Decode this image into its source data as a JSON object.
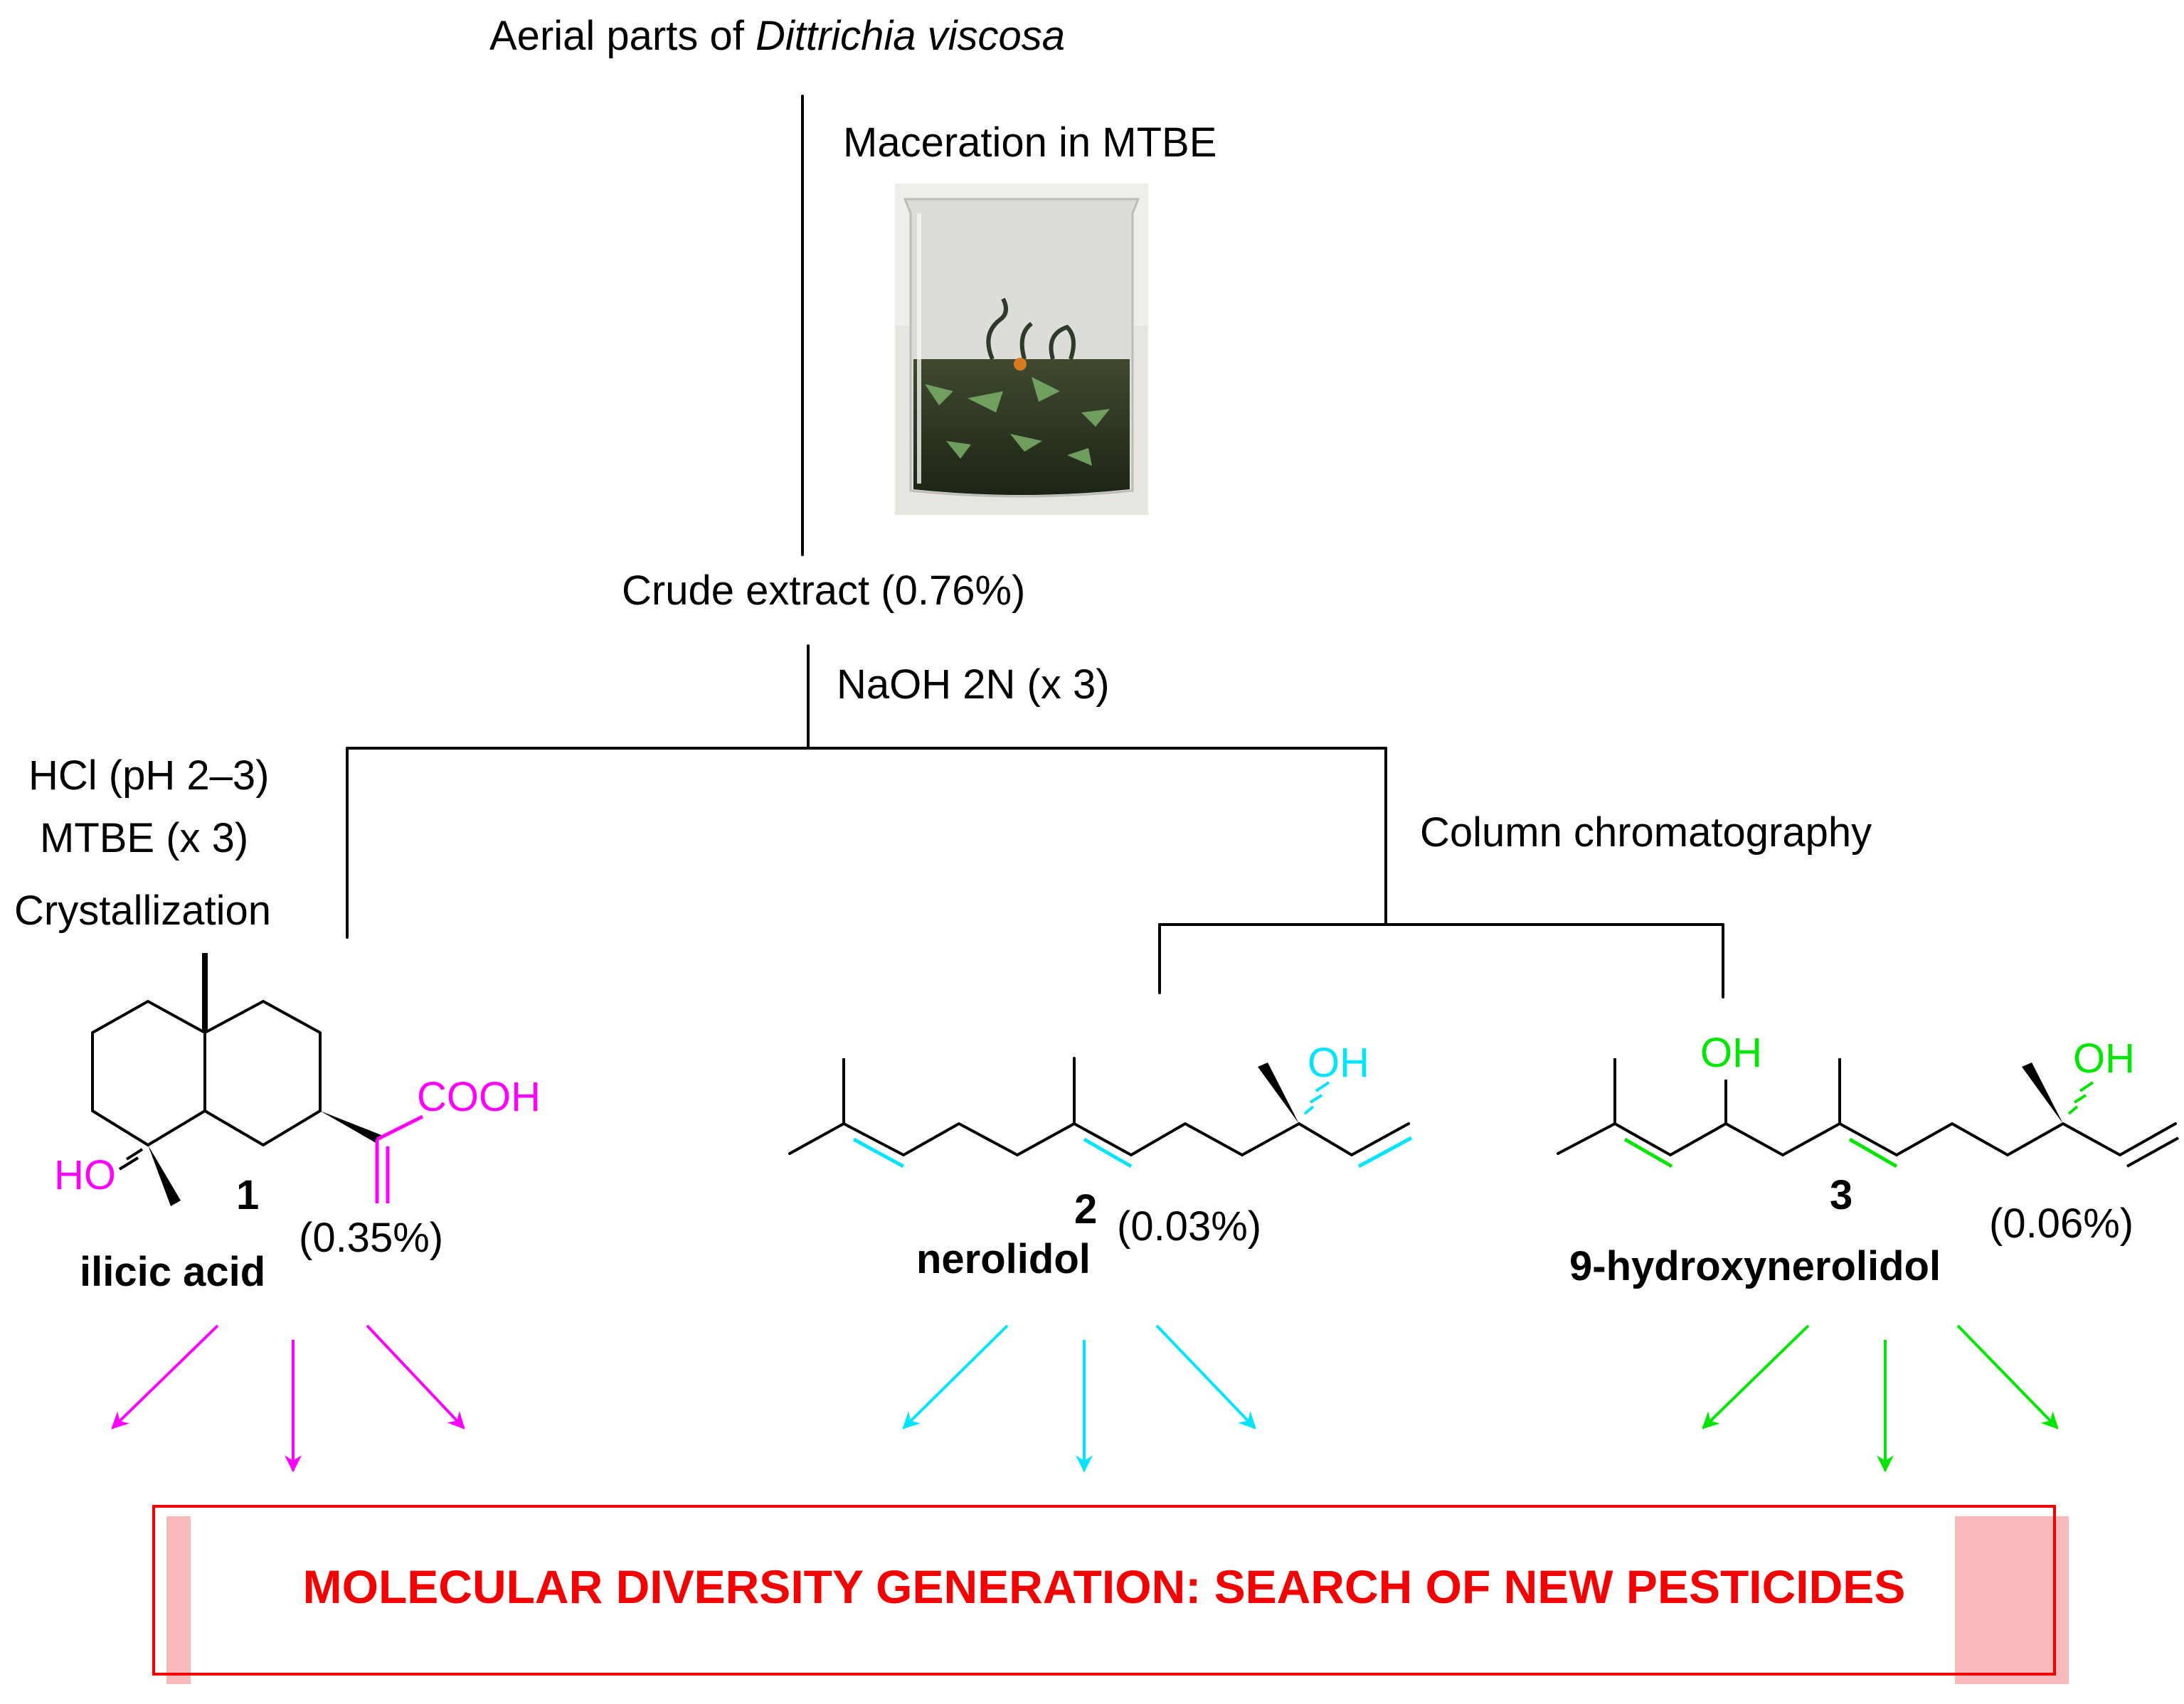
{
  "source": {
    "prefix": "Aerial parts of ",
    "species": "Dittrichia viscosa"
  },
  "step1": {
    "label": "Maceration in MTBE"
  },
  "extract": {
    "label": "Crude extract (0.76%)"
  },
  "step2": {
    "label": "NaOH 2N (x 3)"
  },
  "left_branch": {
    "lines": [
      "HCl (pH 2–3)",
      "MTBE (x 3)",
      "Crystallization"
    ]
  },
  "right_branch": {
    "label": "Column chromatography"
  },
  "compounds": [
    {
      "number": "1",
      "name": "ilicic acid",
      "yield": "(0.35%)",
      "color": "#ff00ff",
      "groups": {
        "acid": "COOH",
        "hydroxyl": "HO"
      }
    },
    {
      "number": "2",
      "name": "nerolidol",
      "yield": "(0.03%)",
      "color": "#00e5ff",
      "groups": {
        "hydroxyl": "OH"
      }
    },
    {
      "number": "3",
      "name": "9-hydroxynerolidol",
      "yield": "(0.06%)",
      "color": "#00e600",
      "groups": {
        "hydroxyl_1": "OH",
        "hydroxyl_2": "OH"
      }
    }
  ],
  "banner": {
    "text": "MOLECULAR DIVERSITY GENERATION: SEARCH OF NEW PESTICIDES",
    "color": "#f40000"
  }
}
